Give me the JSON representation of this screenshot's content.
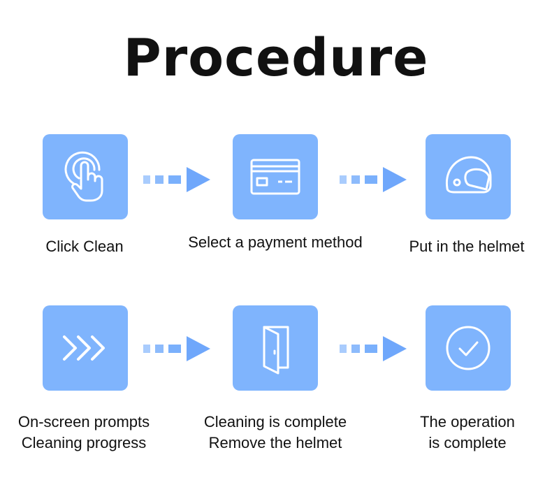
{
  "title": "Procedure",
  "colors": {
    "tile": "#7fb4fd",
    "arrow": "#6fa7fb",
    "arrow_light": "#a9ccfd"
  },
  "steps": [
    {
      "icon": "tap-hand-icon",
      "lines": [
        "Click Clean"
      ]
    },
    {
      "icon": "payment-card-icon",
      "lines": [
        "Select a payment method"
      ]
    },
    {
      "icon": "helmet-icon",
      "lines": [
        "Put in the helmet"
      ]
    },
    {
      "icon": "chevrons-right-icon",
      "lines": [
        "On-screen prompts",
        "Cleaning progress"
      ]
    },
    {
      "icon": "open-door-icon",
      "lines": [
        "Cleaning is complete",
        "Remove the helmet"
      ]
    },
    {
      "icon": "check-circle-icon",
      "lines": [
        "The operation",
        "is complete"
      ]
    }
  ]
}
